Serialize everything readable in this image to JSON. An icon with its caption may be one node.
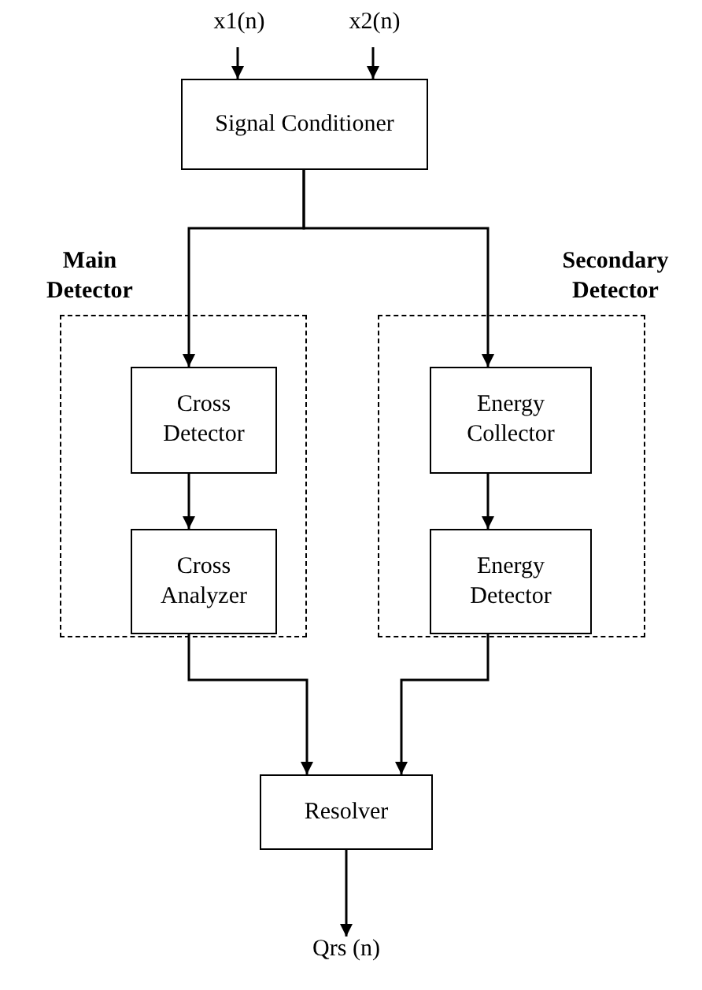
{
  "diagram": {
    "nodes": [
      {
        "text": [
          "x1(n)"
        ]
      },
      {
        "text": [
          "x2(n)"
        ]
      },
      {
        "text": [
          "Signal Conditioner"
        ]
      },
      {
        "text": [
          "Main Detector"
        ]
      },
      {
        "text": [
          "Cross Detector"
        ],
        "in": 3
      },
      {
        "text": [
          "Cross Analyzer"
        ],
        "in": 3
      },
      {
        "text": [
          "Secondary Detector"
        ]
      },
      {
        "text": [
          "Energy Collector"
        ],
        "in": 6
      },
      {
        "text": [
          "Energy Detector"
        ],
        "in": 6
      },
      {
        "text": [
          "Resolver"
        ]
      },
      {
        "text": [
          "Qrs (n)"
        ]
      }
    ],
    "edges": [
      {
        "from": 0,
        "to": 2,
        "arrow": "to"
      },
      {
        "from": 1,
        "to": 2,
        "arrow": "to"
      },
      {
        "from": 2,
        "to": 4,
        "arrow": "to"
      },
      {
        "from": 2,
        "to": 7,
        "arrow": "to"
      },
      {
        "from": 4,
        "to": 5,
        "arrow": "to"
      },
      {
        "from": 7,
        "to": 8,
        "arrow": "to"
      },
      {
        "from": 5,
        "to": 9,
        "arrow": "to"
      },
      {
        "from": 8,
        "to": 9,
        "arrow": "to"
      },
      {
        "from": 9,
        "to": 10,
        "arrow": "to"
      }
    ]
  }
}
